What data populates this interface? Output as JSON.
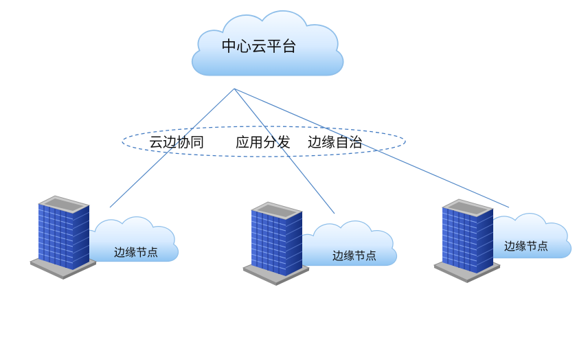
{
  "center_cloud": {
    "label": "中心云平台"
  },
  "features": [
    "云边协同",
    "应用分发",
    "边缘自治"
  ],
  "edge_nodes": [
    {
      "label": "边缘节点"
    },
    {
      "label": "边缘节点"
    },
    {
      "label": "边缘节点"
    }
  ],
  "colors": {
    "cloud_light": "#eef7ff",
    "cloud_dark": "#7fb9ee",
    "cloud_edge": "#6aa8e0",
    "line": "#4f86c6",
    "dash": "#3f78c0",
    "building_front": "#3b5fc8",
    "building_side": "#1f3c96",
    "window_light": "#8fb4ff"
  }
}
